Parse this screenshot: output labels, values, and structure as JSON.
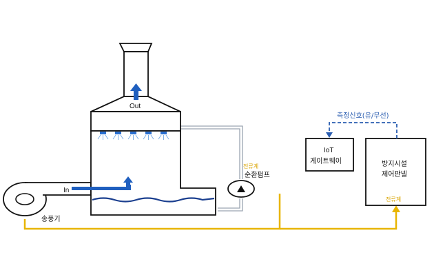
{
  "labels": {
    "out": "Out",
    "in": "In",
    "blower": "송풍기",
    "pump": "순환펌프",
    "pump_ct": "전류계",
    "panel_ct": "전류계",
    "signal": "측정신호(유/무선)",
    "iot_line1": "IoT",
    "iot_line2": "게이트웨이",
    "panel_line1": "방지시설",
    "panel_line2": "제어판넬"
  },
  "colors": {
    "outline": "#111111",
    "arrow_blue": "#1f5fbf",
    "water_blue": "#1b3f8f",
    "nozzle_blue": "#2a6fd0",
    "spray_blue": "#7fb0e8",
    "signal_blue": "#2a5db0",
    "cable_yellow": "#e8b500",
    "pipe_gray": "#9aa4b0",
    "ct_label": "#d9a400"
  }
}
